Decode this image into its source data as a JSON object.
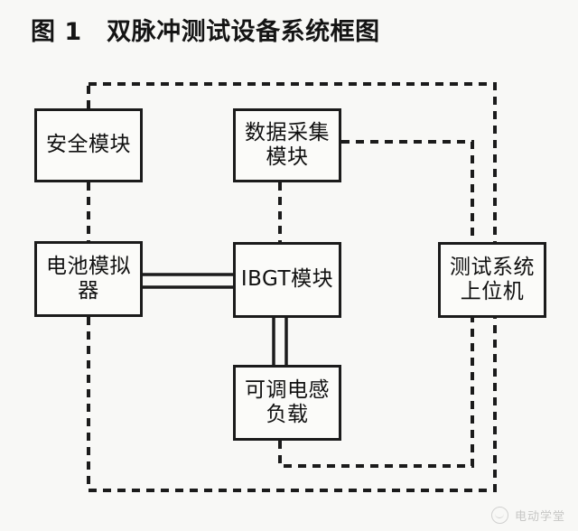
{
  "figure": {
    "title": "图 1　双脉冲测试设备系统框图",
    "caption_label": "图 1",
    "caption_text": "双脉冲测试设备系统框图",
    "background_color": "#f8f8f6",
    "line_color": "#1b1b1b"
  },
  "blocks": {
    "safety_module": {
      "label": "安全模块"
    },
    "data_acquisition_module": {
      "label": "数据采集\n模块"
    },
    "battery_simulator": {
      "label": "电池模拟\n器"
    },
    "igbt_module": {
      "label": "IBGT模块"
    },
    "host_computer": {
      "label": "测试系统\n上位机"
    },
    "inductive_load": {
      "label": "可调电感\n负载"
    }
  },
  "connections": [
    {
      "name": "safety-to-top-bus",
      "style": "dashed",
      "from": "safety_module",
      "to": "top-bus"
    },
    {
      "name": "safety-to-battery",
      "style": "dashed",
      "from": "safety_module",
      "to": "battery_simulator"
    },
    {
      "name": "top-bus-to-host",
      "style": "dashed",
      "from": "top-bus",
      "to": "host_computer"
    },
    {
      "name": "daq-to-igbt",
      "style": "dashed",
      "from": "data_acquisition_module",
      "to": "igbt_module"
    },
    {
      "name": "daq-to-host",
      "style": "dashed",
      "from": "data_acquisition_module",
      "to": "host_computer"
    },
    {
      "name": "battery-to-igbt-power",
      "style": "solid-double",
      "from": "battery_simulator",
      "to": "igbt_module"
    },
    {
      "name": "igbt-to-inductor-power",
      "style": "solid-double",
      "from": "igbt_module",
      "to": "inductive_load"
    },
    {
      "name": "inductor-to-host",
      "style": "dashed",
      "from": "inductive_load",
      "to": "host_computer"
    },
    {
      "name": "battery-to-bottom-bus",
      "style": "dashed",
      "from": "battery_simulator",
      "to": "bottom-bus"
    },
    {
      "name": "bottom-bus-to-host",
      "style": "dashed",
      "from": "bottom-bus",
      "to": "host_computer"
    }
  ],
  "watermark": {
    "text": "电动学堂",
    "icon": "circle-logo-icon"
  }
}
